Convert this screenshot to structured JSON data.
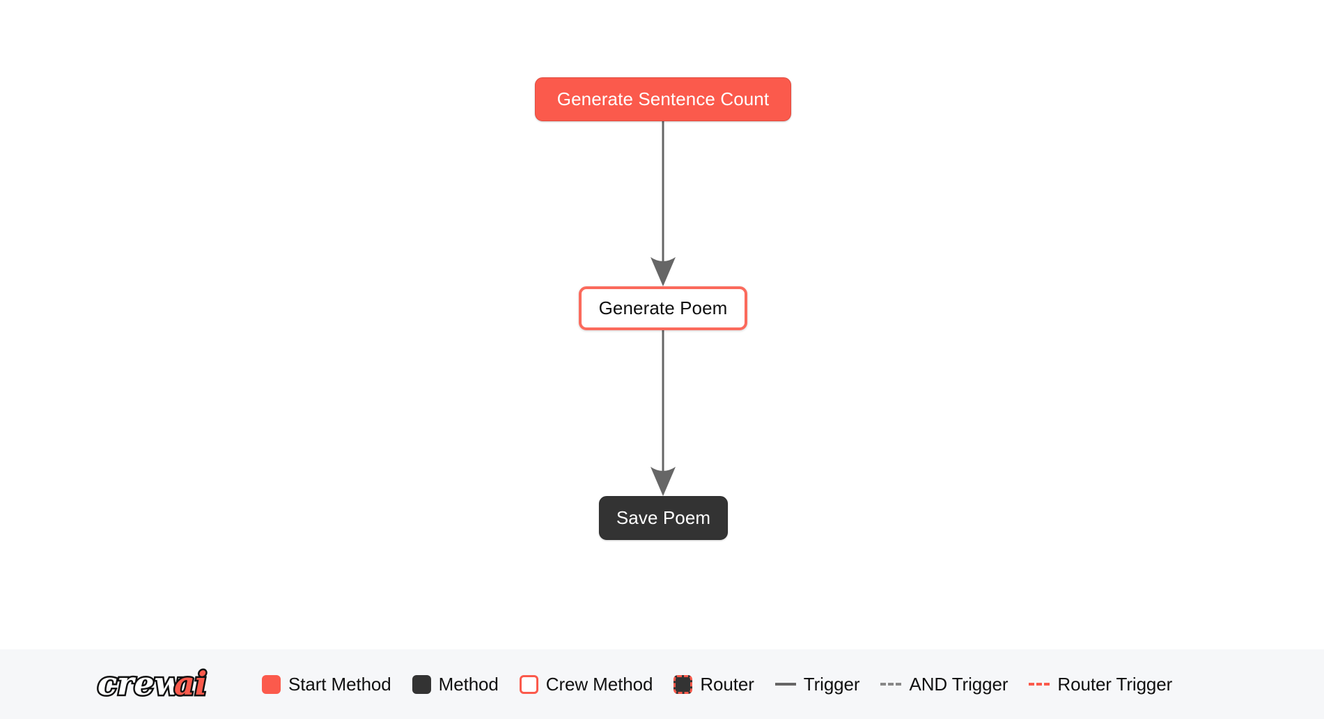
{
  "canvas": {
    "background": "#ffffff",
    "nodes": [
      {
        "id": "generate-sentence-count",
        "label": "Generate Sentence Count",
        "type": "start-method",
        "fill": "#FB5A4C",
        "text_color": "#ffffff"
      },
      {
        "id": "generate-poem",
        "label": "Generate Poem",
        "type": "crew-method",
        "fill": "#ffffff",
        "border": "#FB6A5C",
        "text_color": "#101010"
      },
      {
        "id": "save-poem",
        "label": "Save Poem",
        "type": "method",
        "fill": "#333333",
        "text_color": "#ffffff"
      }
    ],
    "edges": [
      {
        "from": "generate-sentence-count",
        "to": "generate-poem",
        "style": "trigger",
        "color": "#666666"
      },
      {
        "from": "generate-poem",
        "to": "save-poem",
        "style": "trigger",
        "color": "#666666"
      }
    ]
  },
  "legend": {
    "background": "#F6F7F9",
    "logo_text_primary": "crew",
    "logo_text_accent": "ai",
    "items": [
      {
        "key": "start-method",
        "label": "Start Method",
        "marker": "square-filled",
        "color": "#FB5A4C"
      },
      {
        "key": "method",
        "label": "Method",
        "marker": "square-filled",
        "color": "#333333"
      },
      {
        "key": "crew-method",
        "label": "Crew Method",
        "marker": "square-outline",
        "color": "#FB5A4C"
      },
      {
        "key": "router",
        "label": "Router",
        "marker": "square-dashed",
        "color": "#FB5A4C"
      },
      {
        "key": "trigger",
        "label": "Trigger",
        "marker": "line-solid",
        "color": "#666666"
      },
      {
        "key": "and-trigger",
        "label": "AND Trigger",
        "marker": "line-dashed",
        "color": "#888888"
      },
      {
        "key": "router-trigger",
        "label": "Router Trigger",
        "marker": "line-dashed",
        "color": "#FB5A4C"
      }
    ]
  }
}
